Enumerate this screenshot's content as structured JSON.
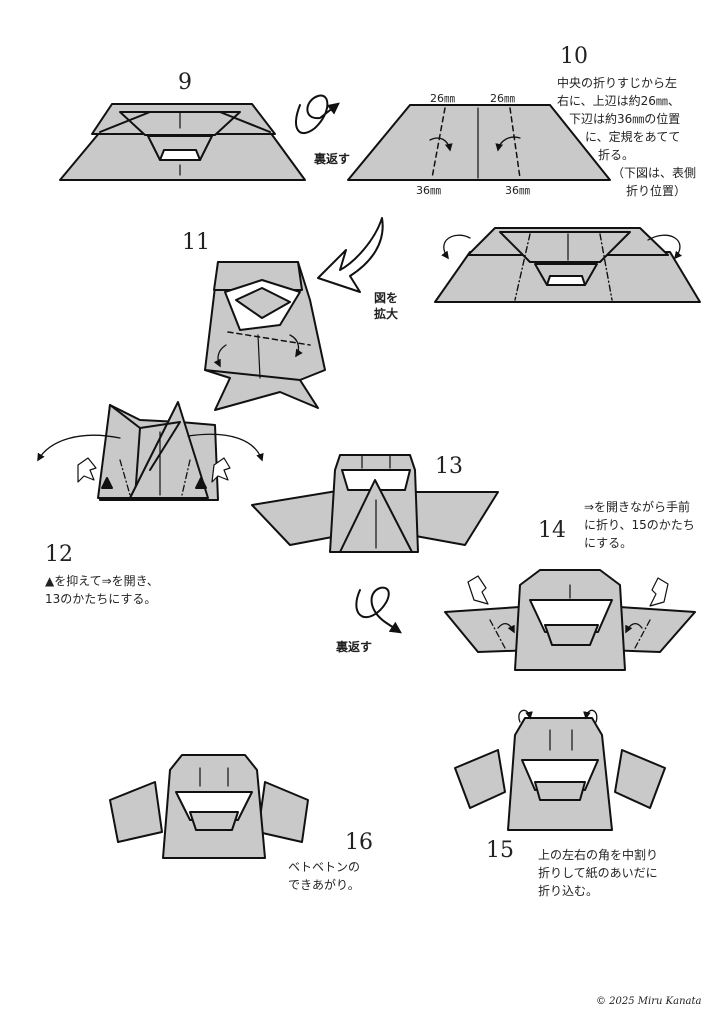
{
  "colors": {
    "paper": "#c9c9c9",
    "line": "#111111",
    "background": "#ffffff"
  },
  "steps": {
    "s9": {
      "number": "9"
    },
    "s10": {
      "number": "10",
      "text": [
        "中央の折りすじから左",
        "右に、上辺は約26㎜、",
        "下辺は約36㎜の位置",
        "に、定規をあてて",
        "折る。",
        "（下図は、表側",
        "折り位置）"
      ]
    },
    "s11": {
      "number": "11"
    },
    "s12": {
      "number": "12",
      "text": [
        "▲を抑えて⇒を開き、",
        "13のかたちにする。"
      ]
    },
    "s13": {
      "number": "13"
    },
    "s14": {
      "number": "14",
      "text": [
        "⇒を開きながら手前",
        "に折り、15のかたち",
        "にする。"
      ]
    },
    "s15": {
      "number": "15",
      "text": [
        "上の左右の角を中割り",
        "折りして紙のあいだに",
        "折り込む。"
      ]
    },
    "s16": {
      "number": "16",
      "text": [
        "ベトベトンの",
        "できあがり。"
      ]
    }
  },
  "measures": {
    "top_left": "26㎜",
    "top_right": "26㎜",
    "bottom_left": "36㎜",
    "bottom_right": "36㎜"
  },
  "labels": {
    "flip_1": "裏返す",
    "flip_2": "裏返す",
    "enlarge": "図を\n拡大"
  },
  "icons": [
    "flip-over-icon",
    "enlarge-arrow-icon",
    "fold-arrow-icon",
    "push-arrow-icon"
  ],
  "copyright": "© 2025 Miru Kanata"
}
